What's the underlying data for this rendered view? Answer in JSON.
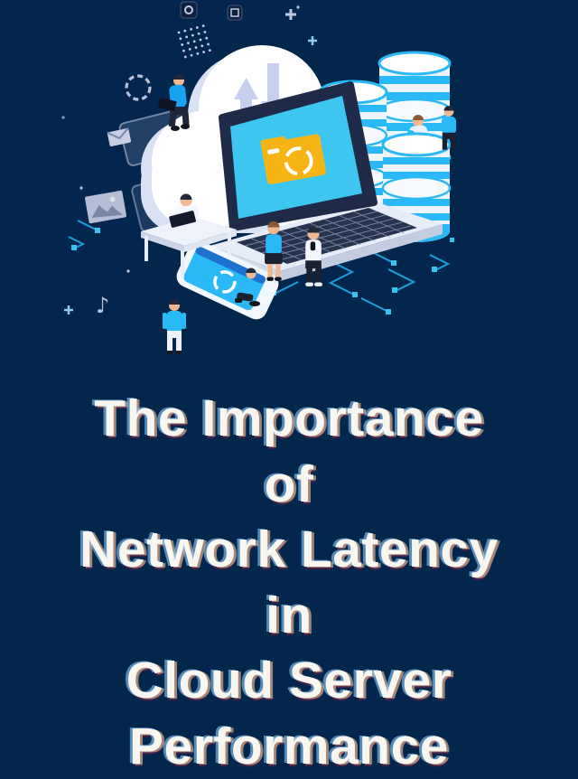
{
  "page": {
    "background_color": "#03264d",
    "title": {
      "full_text": "The Importance of Network Latency in Cloud Server Performance",
      "lines": [
        "The Importance",
        "of",
        "Network Latency",
        "in",
        "Cloud Server",
        "Performance"
      ],
      "text_color": "#f8f6f1",
      "glitch_colors": {
        "cyan": "#89cdff",
        "warm": "#ecc896",
        "red": "#aa1e46"
      }
    }
  },
  "illustration": {
    "name": "isometric-cloud-computing-scene",
    "elements": [
      "cloud-with-sync-arrows",
      "laptop-with-folder-sync",
      "database-cylinder-stacks",
      "smartphone-sync",
      "workdesk-with-person",
      "tiny-people-figures",
      "circuit-traces",
      "floating-data-icons"
    ],
    "icon_names": [
      "dashed-circle-icon",
      "dot-grid-icon",
      "photo-icon",
      "envelope-icon",
      "music-note-icon",
      "plus-icon",
      "app-square-icon",
      "browser-window-icon",
      "up-arrow-icon",
      "down-arrow-icon",
      "sync-icon",
      "folder-icon"
    ],
    "colors": {
      "cloud_white": "#ffffff",
      "cloud_shade": "#d9e1f4",
      "arrow_periwinkle": "#c7d1ef",
      "screen_cyan": "#3cc6f0",
      "device_cyan": "#2ab9f6",
      "database_body": "#edf5fe",
      "database_stripe": "#2ab9f6",
      "folder_yellow": "#f6b515",
      "laptop_frame": "#1e2a48",
      "keyboard_base": "#e6ecf8",
      "key_grid": "#27324f",
      "circuit_cyan": "#1b9fdc",
      "skin": "#f0b993",
      "dark_suit": "#1b2133",
      "shirt_white": "#f4f7fd"
    }
  }
}
